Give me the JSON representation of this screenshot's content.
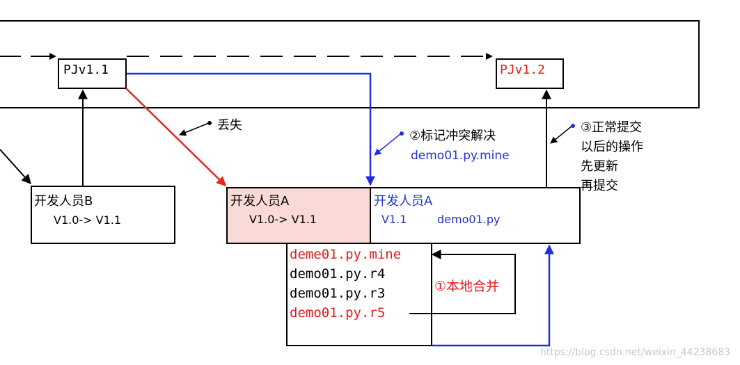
{
  "colors": {
    "black": "#000000",
    "red": "#e8261e",
    "blue": "#1f2fe0",
    "label_red": "#e31a1a",
    "label_blue": "#2233cc",
    "highlight_fill": "#fadad7",
    "watermark": "#c8c8c8"
  },
  "repository": {
    "version_1": "PJv1.1",
    "version_2": "PJv1.2"
  },
  "annotations": {
    "lost": "丢失",
    "mark_resolved": "②标记冲突解决",
    "mine_file": "demo01.py.mine",
    "normal_commit_line1": "③正常提交",
    "normal_commit_line2": "以后的操作",
    "normal_commit_line3": "先更新",
    "normal_commit_line4": "再提交",
    "local_merge": "①本地合并"
  },
  "dev_b": {
    "title": "开发人员B",
    "version": "V1.0-> V1.1"
  },
  "dev_a_left": {
    "title": "开发人员A",
    "version": "V1.0-> V1.1"
  },
  "dev_a_right": {
    "title": "开发人员A",
    "version": "V1.1",
    "file": "demo01.py"
  },
  "files": [
    "deme01.py.mine",
    "demo01.py.r4",
    "demo01.py.r3",
    "demo01.py.r5"
  ],
  "watermark": "https://blog.csdn.net/weixin_44238683"
}
